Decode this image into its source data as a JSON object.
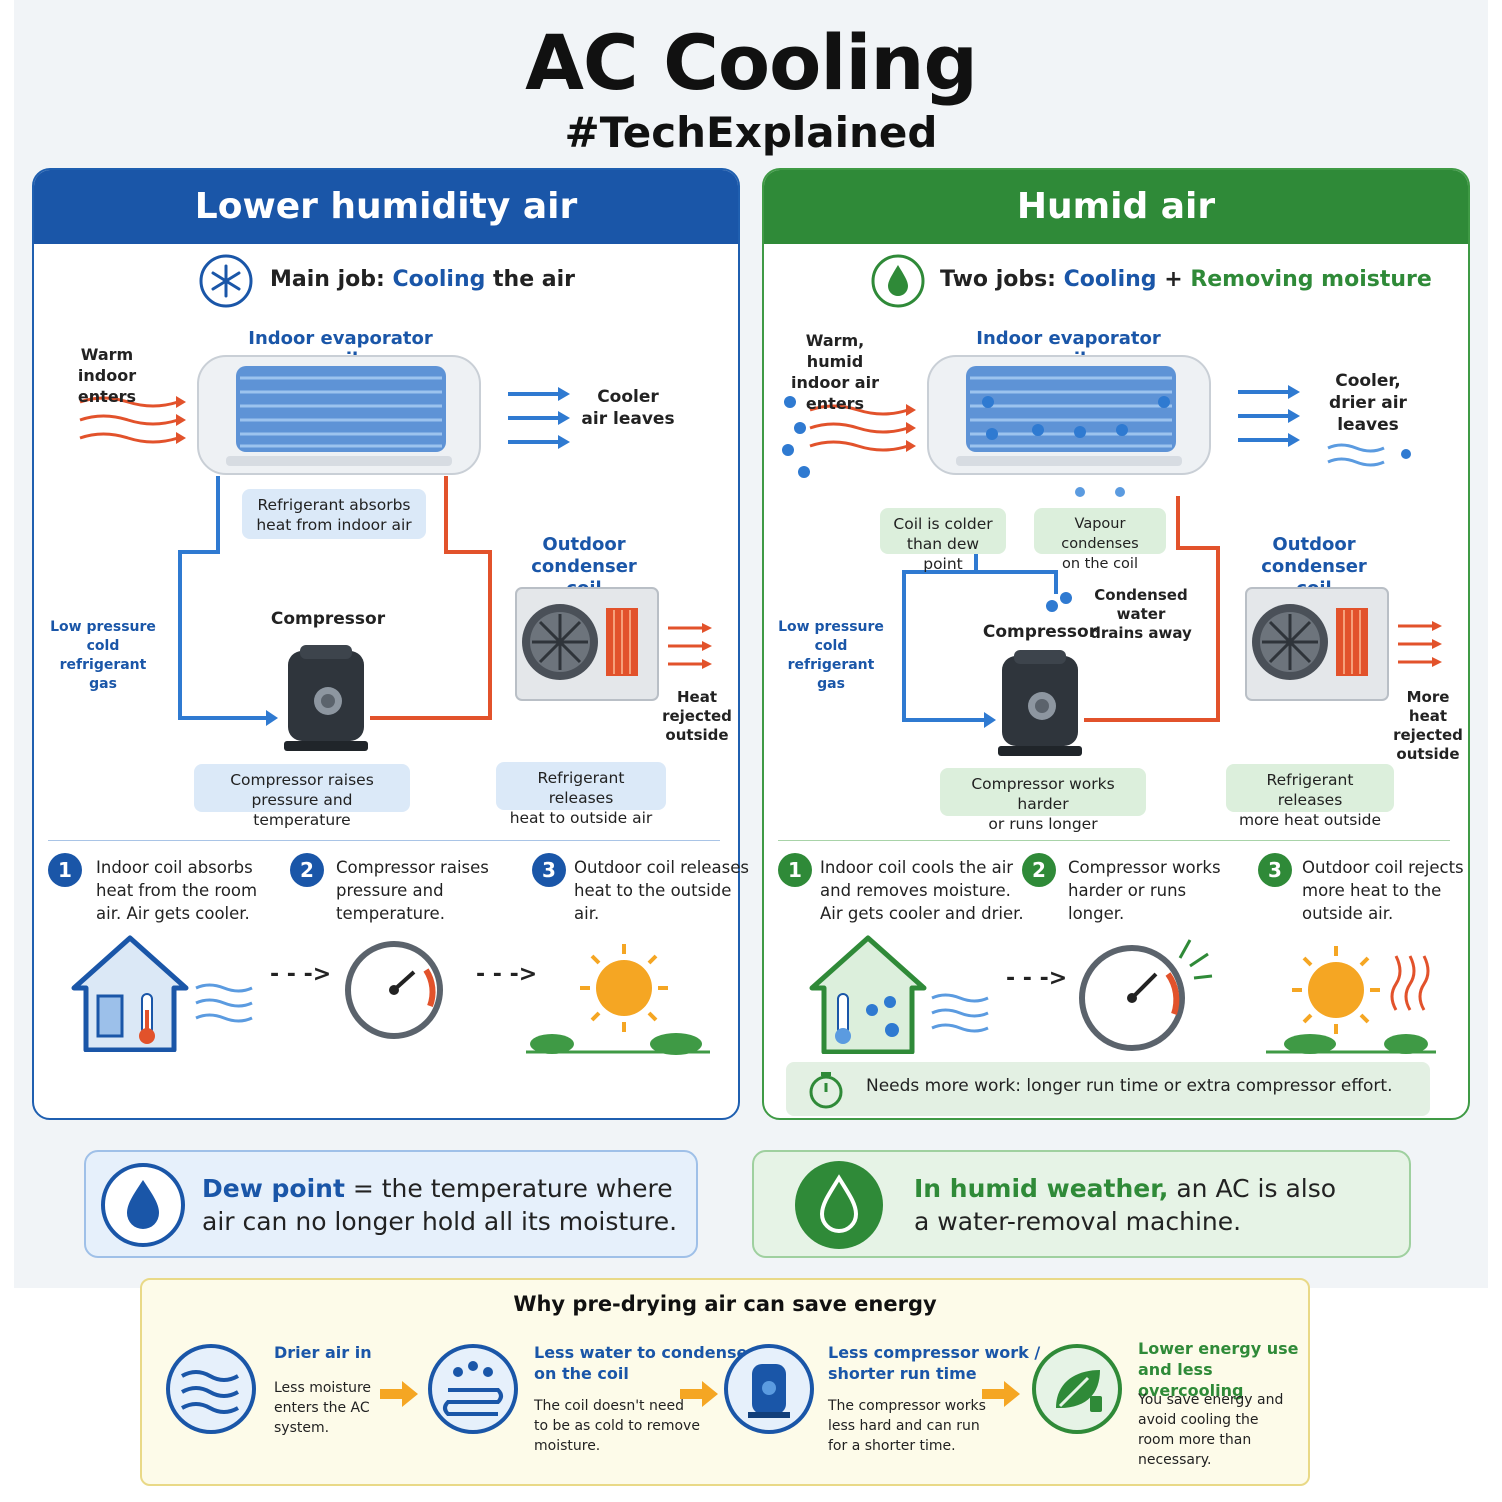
{
  "header": {
    "title": "AC Cooling",
    "subtitle": "#TechExplained"
  },
  "left": {
    "heading": "Lower humidity air",
    "job_prefix": "Main job:",
    "job_cool": "Cooling",
    "job_suffix": "the air",
    "coil_label": "Indoor evaporator coil",
    "warm_in": [
      "Warm indoor",
      "enters"
    ],
    "cool_out": [
      "Cooler",
      "air leaves"
    ],
    "refrig_absorbs": [
      "Refrigerant absorbs",
      "heat from indoor air"
    ],
    "outdoor_label": [
      "Outdoor",
      "condenser coil"
    ],
    "low_pressure": [
      "Low pressure",
      "cold refrigerant",
      "gas"
    ],
    "compressor": "Compressor",
    "heat_rejected": [
      "Heat",
      "rejected",
      "outside"
    ],
    "compressor_raises": [
      "Compressor raises",
      "pressure and temperature"
    ],
    "refrig_releases": [
      "Refrigerant releases",
      "heat to outside air"
    ],
    "steps": [
      {
        "num": "1",
        "text": [
          "Indoor coil absorbs",
          "heat from the room",
          "air. Air gets cooler."
        ]
      },
      {
        "num": "2",
        "text": [
          "Compressor raises",
          "pressure and",
          "temperature."
        ]
      },
      {
        "num": "3",
        "text": [
          "Outdoor coil releases",
          "heat to the outside",
          "air."
        ]
      }
    ],
    "arrow_glyph": "- - ->"
  },
  "right": {
    "heading": "Humid air",
    "job_prefix": "Two jobs:",
    "job_cool": "Cooling",
    "job_plus": "+",
    "job_remove": "Removing moisture",
    "coil_label": "Indoor evaporator coil",
    "warm_in": [
      "Warm, humid",
      "indoor air",
      "enters"
    ],
    "cool_out": [
      "Cooler,",
      "drier air",
      "leaves"
    ],
    "colder": [
      "Coil is colder",
      "than dew point"
    ],
    "vapour": [
      "Vapour condenses",
      "on the coil"
    ],
    "condensed": [
      "Condensed water",
      "drains away"
    ],
    "outdoor_label": [
      "Outdoor",
      "condenser coil"
    ],
    "low_pressure": [
      "Low pressure",
      "cold refrigerant",
      "gas"
    ],
    "compressor": "Compressor",
    "heat_rejected": [
      "More heat",
      "rejected",
      "outside"
    ],
    "works_harder": [
      "Compressor works harder",
      "or runs longer"
    ],
    "releases_more": [
      "Refrigerant releases",
      "more heat outside"
    ],
    "steps": [
      {
        "num": "1",
        "text": [
          "Indoor coil cools the air",
          "and removes moisture.",
          "Air gets cooler and drier."
        ]
      },
      {
        "num": "2",
        "text": [
          "Compressor works",
          "harder or runs",
          "longer."
        ]
      },
      {
        "num": "3",
        "text": [
          "Outdoor coil rejects",
          "more heat to the",
          "outside air."
        ]
      }
    ],
    "needs_more": "Needs more work: longer run time or extra compressor effort."
  },
  "banners": {
    "dew_bold": "Dew point",
    "dew_rest_1": " = the temperature where",
    "dew_rest_2": "air can no longer hold all its moisture.",
    "humid_bold": "In humid weather,",
    "humid_rest_1": " an AC is also",
    "humid_rest_2": "a water-removal machine."
  },
  "energy": {
    "title": "Why pre-drying air can save energy",
    "items": [
      {
        "head": [
          "Drier air in"
        ],
        "body": [
          "Less moisture",
          "enters the AC",
          "system."
        ]
      },
      {
        "head": [
          "Less water to condense",
          "on the coil"
        ],
        "body": [
          "The coil doesn't need",
          "to be as cold to remove",
          "moisture."
        ]
      },
      {
        "head": [
          "Less compressor work /",
          "shorter run time"
        ],
        "body": [
          "The compressor works",
          "less hard and can run",
          "for a shorter time."
        ]
      },
      {
        "head": [
          "Lower energy use",
          "and less overcooling"
        ],
        "body": [
          "You save energy and",
          "avoid cooling the",
          "room more than",
          "necessary."
        ]
      }
    ]
  },
  "colors": {
    "blue": "#1a56a8",
    "green": "#2f8a38",
    "warm": "#e2522b",
    "sun": "#f5a623"
  }
}
